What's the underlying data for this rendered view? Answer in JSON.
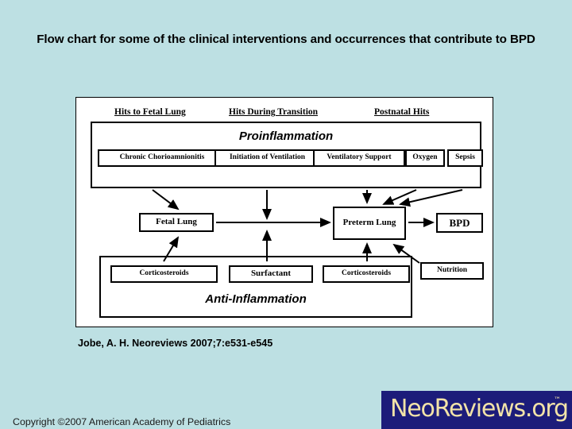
{
  "slide": {
    "background_color": "#bde0e3",
    "title": "Flow chart for some of the clinical interventions and occurrences that contribute to BPD",
    "citation": "Jobe, A. H. Neoreviews 2007;7:e531-e545",
    "copyright": "Copyright ©2007 American Academy of Pediatrics"
  },
  "logo": {
    "text": "NeoReviews.org",
    "trademark": "™",
    "background_color": "#1c1c7a",
    "text_color": "#f2e3a8"
  },
  "figure": {
    "background_color": "#ffffff",
    "border_color": "#000000",
    "column_headers": [
      {
        "label": "Hits to Fetal Lung"
      },
      {
        "label": "Hits During Transition"
      },
      {
        "label": "Postnatal Hits"
      }
    ],
    "sections": [
      {
        "label": "Proinflammation"
      },
      {
        "label": "Anti-Inflammation"
      }
    ],
    "proinflammation_nodes": [
      {
        "label": "Chronic Chorioamnionitis"
      },
      {
        "label": "Initiation of Ventilation"
      },
      {
        "label": "Ventilatory Support"
      },
      {
        "label": "Oxygen"
      },
      {
        "label": "Sepsis"
      }
    ],
    "antiinflammation_nodes": [
      {
        "label": "Corticosteroids"
      },
      {
        "label": "Surfactant"
      },
      {
        "label": "Corticosteroids"
      }
    ],
    "outcome_nodes": [
      {
        "label": "Fetal Lung"
      },
      {
        "label": "Preterm Lung"
      },
      {
        "label": "BPD"
      },
      {
        "label": "Nutrition"
      }
    ]
  }
}
